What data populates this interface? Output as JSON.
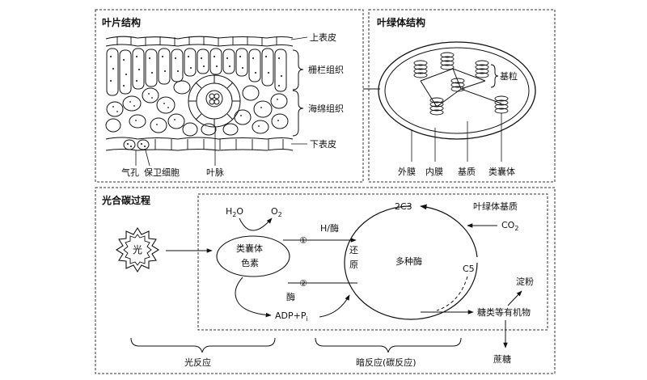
{
  "leaf_panel": {
    "title": "叶片结构",
    "labels": {
      "upper_epidermis": "上表皮",
      "palisade": "栅栏组织",
      "spongy": "海绵组织",
      "lower_epidermis": "下表皮",
      "stoma": "气孔",
      "guard_cell": "保卫细胞",
      "vein": "叶脉"
    }
  },
  "chloroplast_panel": {
    "title": "叶绿体结构",
    "labels": {
      "grana": "基粒",
      "outer_membrane": "外膜",
      "inner_membrane": "内膜",
      "stroma": "基质",
      "thylakoid": "类囊体"
    }
  },
  "photosynthesis_panel": {
    "title": "光合碳过程",
    "light": "光",
    "water": "H",
    "water_sub": "2",
    "water_tail": "O",
    "oxygen": "O",
    "oxygen_sub": "2",
    "pigment_line1": "类囊体",
    "pigment_line2": "色素",
    "circle1": "①",
    "circle2": "②",
    "h_enzyme": "H/酶",
    "enzyme": "酶",
    "adp_p": "ADP+P",
    "adp_sub": "i",
    "reduction_1": "还",
    "reduction_2": "原",
    "multi_enzyme": "多种酶",
    "c3": "2C3",
    "c5": "C5",
    "stroma_label": "叶绿体基质",
    "co2": "CO",
    "co2_sub": "2",
    "sugars": "糖类等有机物",
    "starch": "淀粉",
    "sucrose": "蔗糖",
    "light_reaction": "光反应",
    "dark_reaction": "暗反应(碳反应)"
  }
}
